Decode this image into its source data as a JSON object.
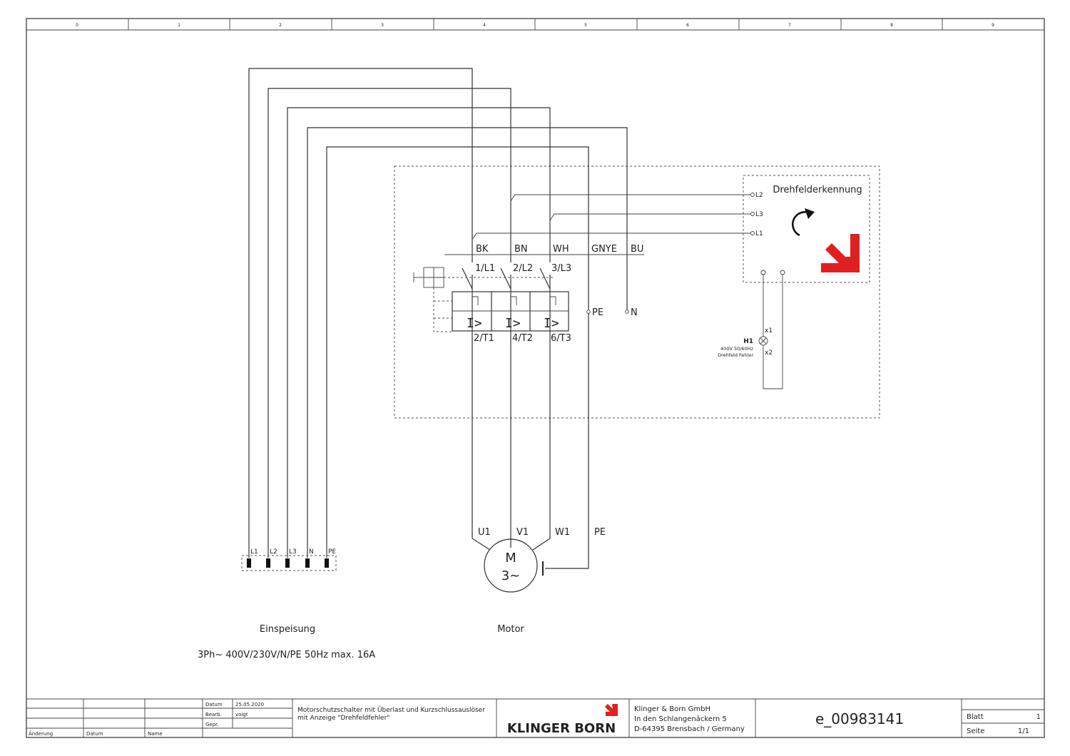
{
  "ruler": [
    "0",
    "1",
    "2",
    "3",
    "4",
    "5",
    "6",
    "7",
    "8",
    "9"
  ],
  "wire_labels": [
    "BK",
    "BN",
    "WH",
    "GNYE",
    "BU"
  ],
  "breaker_in": [
    "1/L1",
    "2/L2",
    "3/L3"
  ],
  "breaker_out": [
    "2/T1",
    "4/T2",
    "6/T3"
  ],
  "trip_symbol": "I>",
  "pe_terminal": "PE",
  "n_terminal": "N",
  "detector": {
    "title": "Drehfelderkennung",
    "terminals": [
      "L2",
      "L3",
      "L1"
    ]
  },
  "lamp": {
    "id": "H1",
    "spec": "400V 50/60Hz",
    "desc": "Drehfeld Fehler",
    "x1": "x1",
    "x2": "x2"
  },
  "supply": {
    "terminals": [
      "L1",
      "L2",
      "L3",
      "N",
      "PE"
    ],
    "label": "Einspeisung",
    "spec": "3Ph~ 400V/230V/N/PE 50Hz max. 16A"
  },
  "motor": {
    "terminals": [
      "U1",
      "V1",
      "W1",
      "PE"
    ],
    "symbol_top": "M",
    "symbol_bottom": "3~",
    "label": "Motor"
  },
  "title_block": {
    "rev_headers": [
      "Änderung",
      "Datum",
      "Name"
    ],
    "date_label": "Datum",
    "date_value": "25.05.2020",
    "edited_label": "Bearb.",
    "edited_value": "voigt",
    "checked_label": "Gepr.",
    "description_line1": "Motorschutzschalter mit Überlast und Kurzschlussauslöser",
    "description_line2": "mit Anzeige \"Drehfeldfehler\"",
    "logo_text": "KLINGER BORN",
    "company": "Klinger & Born GmbH",
    "street": "In den Schlangenäckern 5",
    "city": "D-64395 Brensbach / Germany",
    "drawing_no": "e_00983141",
    "sheet_label": "Blatt",
    "sheet_value": "1",
    "page_label": "Seite",
    "page_value": "1/1"
  },
  "colors": {
    "arrow": "#e02020",
    "line": "#333333"
  }
}
